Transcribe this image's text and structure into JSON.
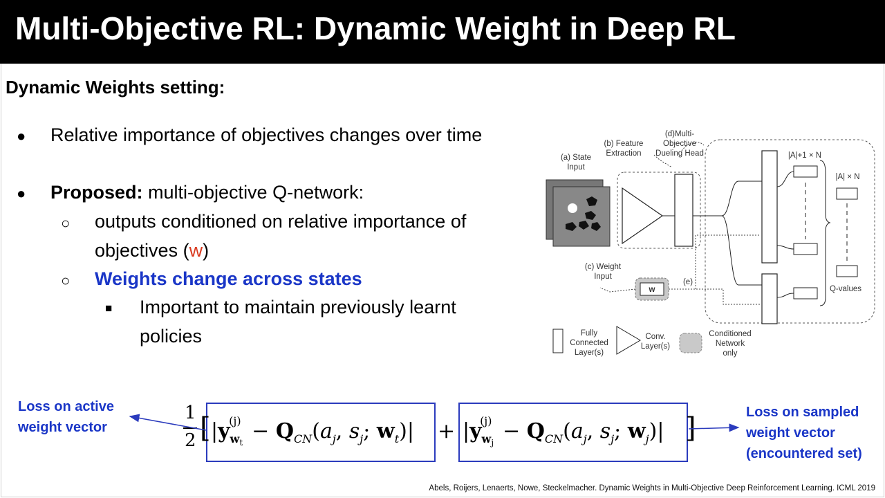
{
  "title": "Multi-Objective RL: Dynamic Weight in Deep RL",
  "heading": "Dynamic Weights setting:",
  "bullets": {
    "b1": "Relative importance of objectives changes over time",
    "b2_bold": "Proposed:",
    "b2_rest": " multi-objective Q-network:",
    "sub1_line1": "outputs conditioned on relative importance of",
    "sub1_line2_pre": "objectives (",
    "sub1_w": "w",
    "sub1_line2_post": ")",
    "sub2": "Weights change across states",
    "subsub_line1": "Important to maintain previously learnt",
    "subsub_line2": "policies"
  },
  "figure": {
    "label_a": [
      "(a) State",
      "Input"
    ],
    "label_b": [
      "(b) Feature",
      "Extraction"
    ],
    "label_d": [
      "(d)Multi-",
      "Objective",
      "Dueling Head"
    ],
    "label_c": [
      "(c) Weight",
      "Input"
    ],
    "label_w": "w",
    "label_e": "(e)",
    "label_an1": "|A|+1 × N",
    "label_an": "|A| × N",
    "label_q": "Q-values",
    "legend_fc": [
      "Fully",
      "Connected",
      "Layer(s)"
    ],
    "legend_conv": [
      "Conv.",
      "Layer(s)"
    ],
    "legend_cond": [
      "Conditioned",
      "Network",
      "only"
    ]
  },
  "equation": {
    "frac_num": "1",
    "frac_den": "2"
  },
  "notes": {
    "left": [
      "Loss on active",
      "weight vector"
    ],
    "right": [
      "Loss on sampled",
      "weight vector",
      "(encountered set)"
    ]
  },
  "citation": "Abels, Roijers, Lenaerts, Nowe, Steckelmacher. Dynamic Weights in Multi-Objective Deep Reinforcement Learning. ICML 2019",
  "colors": {
    "accent_blue": "#1a36c7",
    "box_blue": "#2b3bbd",
    "w_red": "#d93a20",
    "title_bg": "#000000"
  }
}
